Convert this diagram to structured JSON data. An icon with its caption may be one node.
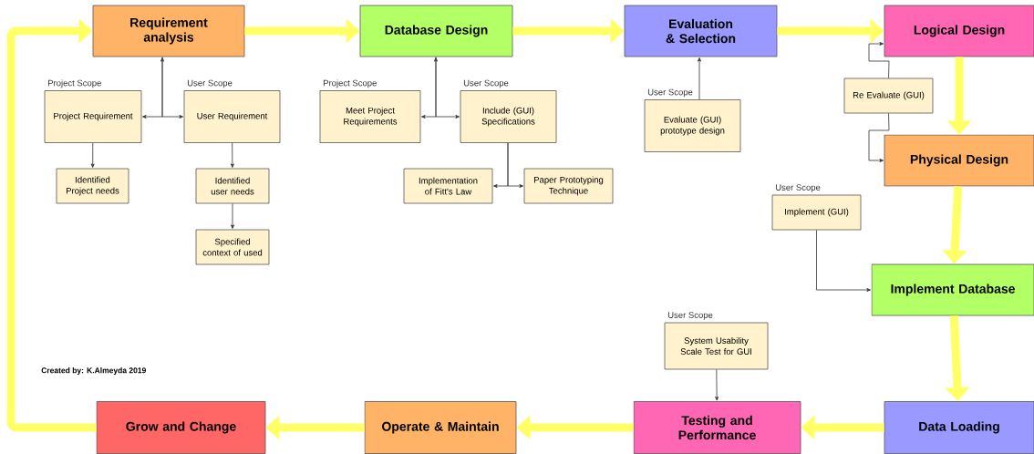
{
  "diagram": {
    "nodes": [
      {
        "text": [
          "Requirement analysis"
        ]
      },
      {
        "text": [
          "Project Requirement"
        ],
        "beside": [
          "Project Scope"
        ]
      },
      {
        "text": [
          "User Requirement"
        ],
        "beside": [
          "User Scope"
        ]
      },
      {
        "text": [
          "Identified Project needs"
        ]
      },
      {
        "text": [
          "Identified user needs"
        ]
      },
      {
        "text": [
          "Specified context of used"
        ]
      },
      {
        "text": [
          "Database Design"
        ]
      },
      {
        "text": [
          "Meet Project Requirements"
        ],
        "beside": [
          "Project Scope"
        ]
      },
      {
        "text": [
          "Include (GUI) Specifications"
        ],
        "beside": [
          "User Scope"
        ]
      },
      {
        "text": [
          "Implementation of Fitt's Law"
        ]
      },
      {
        "text": [
          "Paper Prototyping Technique"
        ]
      },
      {
        "text": [
          "Evaluation & Selection"
        ]
      },
      {
        "text": [
          "Evaluate (GUI) prototype design"
        ],
        "beside": [
          "User Scope"
        ]
      },
      {
        "text": [
          "Logical Design"
        ]
      },
      {
        "text": [
          "Re Evaluate (GUI)"
        ]
      },
      {
        "text": [
          "Physical Design"
        ]
      },
      {
        "text": [
          "Implement (GUI)"
        ],
        "beside": [
          "User Scope"
        ]
      },
      {
        "text": [
          "Implement Database"
        ]
      },
      {
        "text": [
          "System Usability Scale Test for GUI"
        ],
        "beside": [
          "User Scope"
        ]
      },
      {
        "text": [
          "Data Loading"
        ]
      },
      {
        "text": [
          "Testing and Performance"
        ]
      },
      {
        "text": [
          "Operate & Maintain"
        ]
      },
      {
        "text": [
          "Grow and Change"
        ]
      }
    ],
    "edges": [
      {
        "from": 0,
        "to": 6,
        "arrow": "to",
        "style": "thick",
        "color": "#ffff66"
      },
      {
        "from": 6,
        "to": 11,
        "arrow": "to",
        "style": "thick",
        "color": "#ffff66"
      },
      {
        "from": 11,
        "to": 13,
        "arrow": "to",
        "style": "thick",
        "color": "#ffff66"
      },
      {
        "from": 13,
        "to": 15,
        "arrow": "to",
        "style": "thick",
        "color": "#ffff66"
      },
      {
        "from": 15,
        "to": 17,
        "arrow": "to",
        "style": "thick",
        "color": "#ffff66"
      },
      {
        "from": 17,
        "to": 19,
        "arrow": "to",
        "style": "thick",
        "color": "#ffff66"
      },
      {
        "from": 19,
        "to": 20,
        "arrow": "to",
        "style": "thick",
        "color": "#ffff66"
      },
      {
        "from": 20,
        "to": 21,
        "arrow": "to",
        "style": "thick",
        "color": "#ffff66"
      },
      {
        "from": 21,
        "to": 22,
        "arrow": "to",
        "style": "thick",
        "color": "#ffff66"
      },
      {
        "from": 22,
        "to": 0,
        "arrow": "to",
        "style": "thick",
        "color": "#ffff66"
      },
      {
        "from": 0,
        "to": 1,
        "arrow": "both"
      },
      {
        "from": 0,
        "to": 2,
        "arrow": "to"
      },
      {
        "from": 1,
        "to": 3,
        "arrow": "to"
      },
      {
        "from": 2,
        "to": 4,
        "arrow": "to"
      },
      {
        "from": 4,
        "to": 5,
        "arrow": "to"
      },
      {
        "from": 6,
        "to": 7,
        "arrow": "both"
      },
      {
        "from": 6,
        "to": 8,
        "arrow": "to"
      },
      {
        "from": 8,
        "to": 9,
        "arrow": "to"
      },
      {
        "from": 8,
        "to": 10,
        "arrow": "to"
      },
      {
        "from": 12,
        "to": 11,
        "arrow": "to"
      },
      {
        "from": 14,
        "to": 13,
        "arrow": "to"
      },
      {
        "from": 14,
        "to": 15,
        "arrow": "to"
      },
      {
        "from": 16,
        "to": 17,
        "arrow": "to"
      },
      {
        "from": 18,
        "to": 20,
        "arrow": "to"
      }
    ],
    "labels": [
      "Created by: K.Almeyda 2019"
    ]
  }
}
